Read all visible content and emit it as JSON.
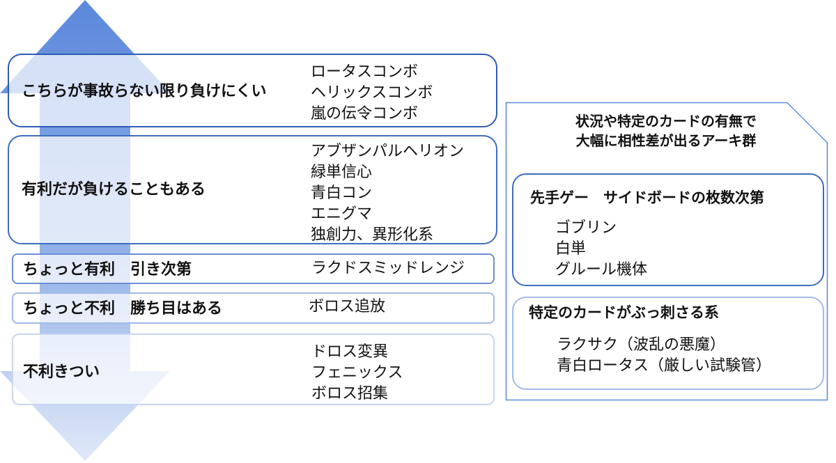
{
  "tiers": [
    {
      "label": "こちらが事故らない限り負けにくい",
      "items": [
        "ロータスコンボ",
        "ヘリックスコンボ",
        "嵐の伝令コンボ"
      ]
    },
    {
      "label": "有利だが負けることもある",
      "items": [
        "アブザンパルヘリオン",
        "緑単信心",
        "青白コン",
        "エニグマ",
        "独創力、異形化系"
      ]
    },
    {
      "label": "ちょっと有利　引き次第",
      "items": [
        "ラクドスミッドレンジ"
      ]
    },
    {
      "label": "ちょっと不利　勝ち目はある",
      "items": [
        "ボロス追放"
      ]
    },
    {
      "label": "不利きつい",
      "items": [
        "ドロス変異",
        "フェニックス",
        "ボロス招集"
      ]
    }
  ],
  "side_panel": {
    "title_lines": [
      "状況や特定のカードの有無で",
      "大幅に相性差が出るアーキ群"
    ],
    "groups": [
      {
        "label": "先手ゲー　サイドボードの枚数次第",
        "items": [
          "ゴブリン",
          "白単",
          "グルール機体"
        ]
      },
      {
        "label": "特定のカードがぶっ刺さる系",
        "items": [
          "ラクサク（波乱の悪魔）",
          "青白ロータス（厳しい試験管）"
        ]
      }
    ]
  },
  "colors": {
    "arrow_top": "#5b88dc",
    "arrow_bottom": "#d9e4f7",
    "panel_border": "#5b88dc"
  }
}
